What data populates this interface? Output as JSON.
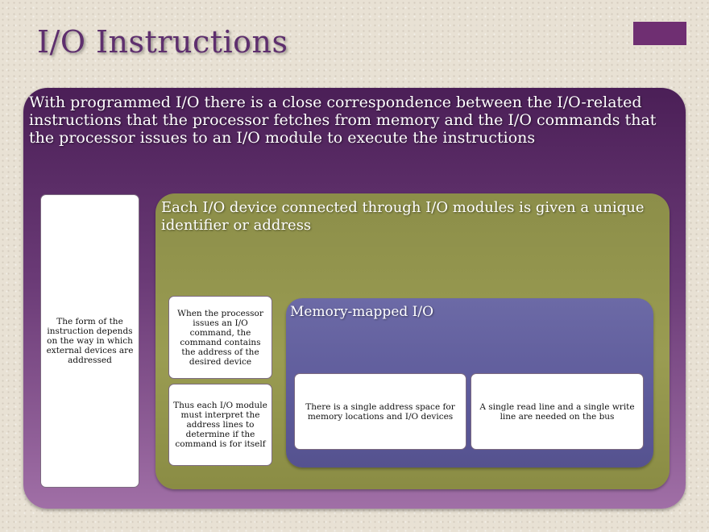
{
  "slide": {
    "title": "I/O Instructions",
    "main_text": "With programmed I/O there is a close correspondence between the I/O-related instructions that the processor fetches from memory and the I/O commands that the processor issues to an I/O module to execute the instructions",
    "left_card": "The form of the instruction depends on the way in which external devices are addressed",
    "level2": {
      "text": "Each I/O device connected through I/O modules is given a unique identifier or address",
      "card_1": "When the processor issues an I/O command, the command contains the address of the desired device",
      "card_2": "Thus each I/O module must interpret the address lines to determine if the command is for itself"
    },
    "level3": {
      "heading": "Memory-mapped I/O",
      "card_1": "There is a single address space for memory locations and I/O devices",
      "card_2": "A single read line and a single write line are needed on the bus"
    }
  },
  "colors": {
    "title": "#5e2f6e",
    "accent_bar": "#6f2f72",
    "outer_panel": "#4b1f57",
    "olive_panel": "#9a9c52",
    "blue_panel": "#5d5a9a"
  }
}
